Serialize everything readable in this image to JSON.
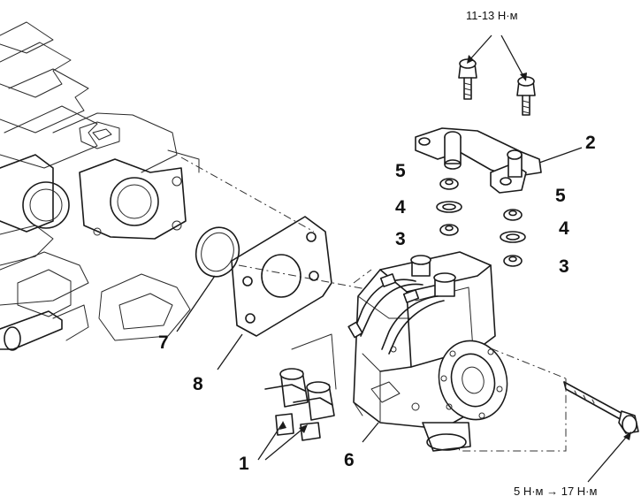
{
  "torque": {
    "top_bolts": "11-13 Н·м",
    "long_bolt": "5 Н·м → 17 Н·м"
  },
  "callouts": [
    {
      "id": "1",
      "text": "1"
    },
    {
      "id": "2",
      "text": "2"
    },
    {
      "id": "3a",
      "text": "3"
    },
    {
      "id": "3b",
      "text": "3"
    },
    {
      "id": "4a",
      "text": "4"
    },
    {
      "id": "4b",
      "text": "4"
    },
    {
      "id": "5a",
      "text": "5"
    },
    {
      "id": "5b",
      "text": "5"
    },
    {
      "id": "6",
      "text": "6"
    },
    {
      "id": "7",
      "text": "7"
    },
    {
      "id": "8",
      "text": "8"
    }
  ]
}
